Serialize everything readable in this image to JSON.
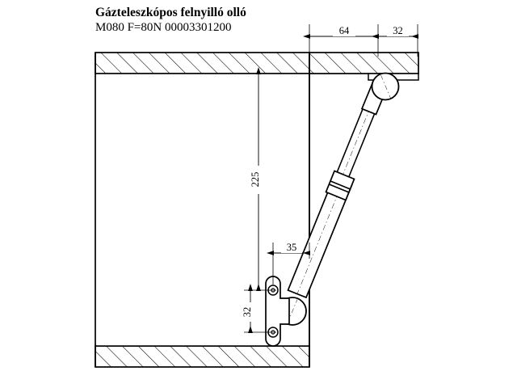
{
  "drawing": {
    "title": "Gázteleszkópos felnyilló olló",
    "subtitle": "M080 F=80N    00003301200",
    "product_code": "00003301200",
    "model": "M080",
    "force": "F=80N",
    "line_color": "#000000",
    "background_color": "#ffffff",
    "hatch_color": "#000000"
  },
  "dimensions": {
    "top_left": "64",
    "top_right": "32",
    "vertical_main": "225",
    "bracket_offset": "35",
    "bracket_hole_spacing": "32"
  },
  "labels": {
    "dim_64": "64",
    "dim_32_top": "32",
    "dim_225": "225",
    "dim_35": "35",
    "dim_32_bracket": "32"
  }
}
